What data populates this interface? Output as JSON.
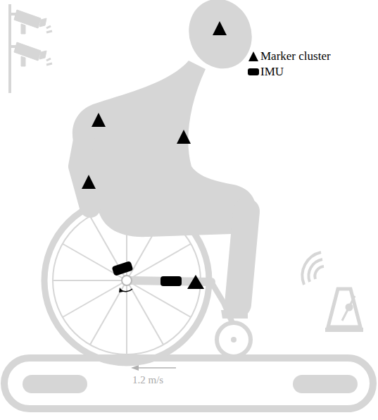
{
  "diagram": {
    "labels": [
      "1.2 m/s"
    ],
    "legend": [
      {
        "text": "Marker cluster"
      },
      {
        "text": "IMU"
      }
    ]
  }
}
